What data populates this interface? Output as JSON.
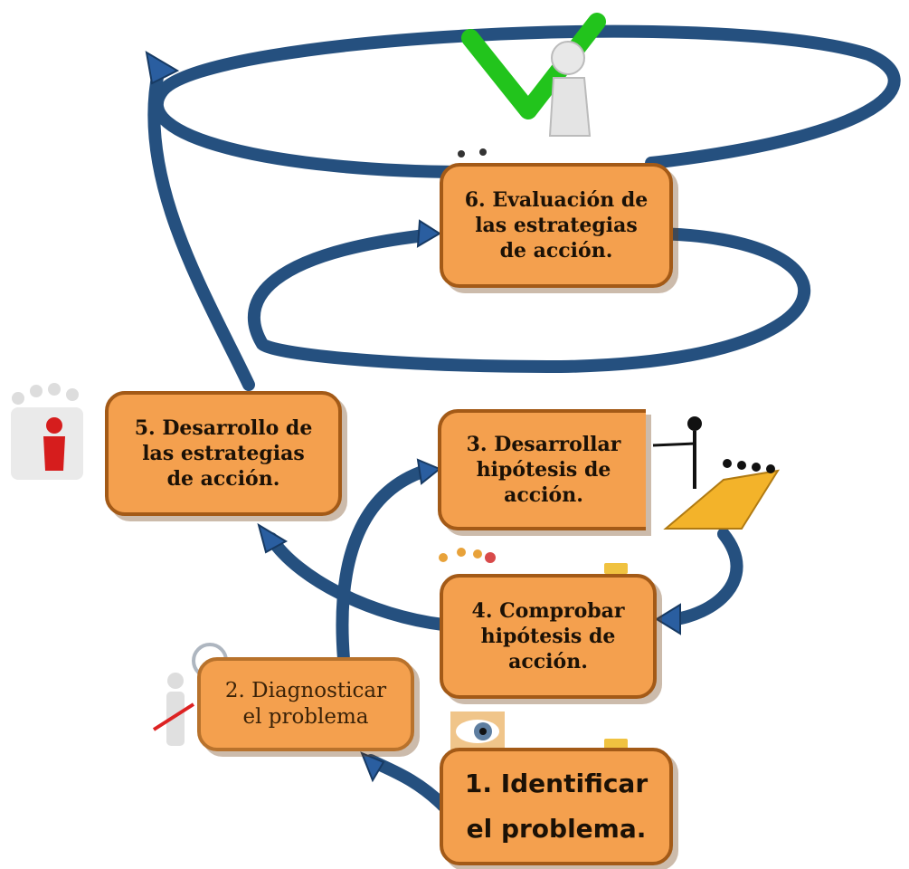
{
  "diagram": {
    "steps": {
      "s1": "1. Identificar\nel problema.",
      "s2": "2. Diagnosticar\nel problema",
      "s3": "3. Desarrollar\nhipótesis de\nacción.",
      "s4": "4. Comprobar\nhipótesis de\nacción.",
      "s5": "5. Desarrollo de\nlas estrategias\nde acción.",
      "s6": "6. Evaluación de\nlas estrategias\nde acción."
    },
    "colors": {
      "box_fill": "#f4a04e",
      "box_border": "#a35a17",
      "arrow": "#2f5a8c",
      "check": "#22c41c"
    },
    "icons": [
      "check-person-icon",
      "team-leader-icon",
      "magnifier-person-icon",
      "pointing-leader-icon",
      "eye-icon",
      "meeting-people-icon"
    ]
  }
}
